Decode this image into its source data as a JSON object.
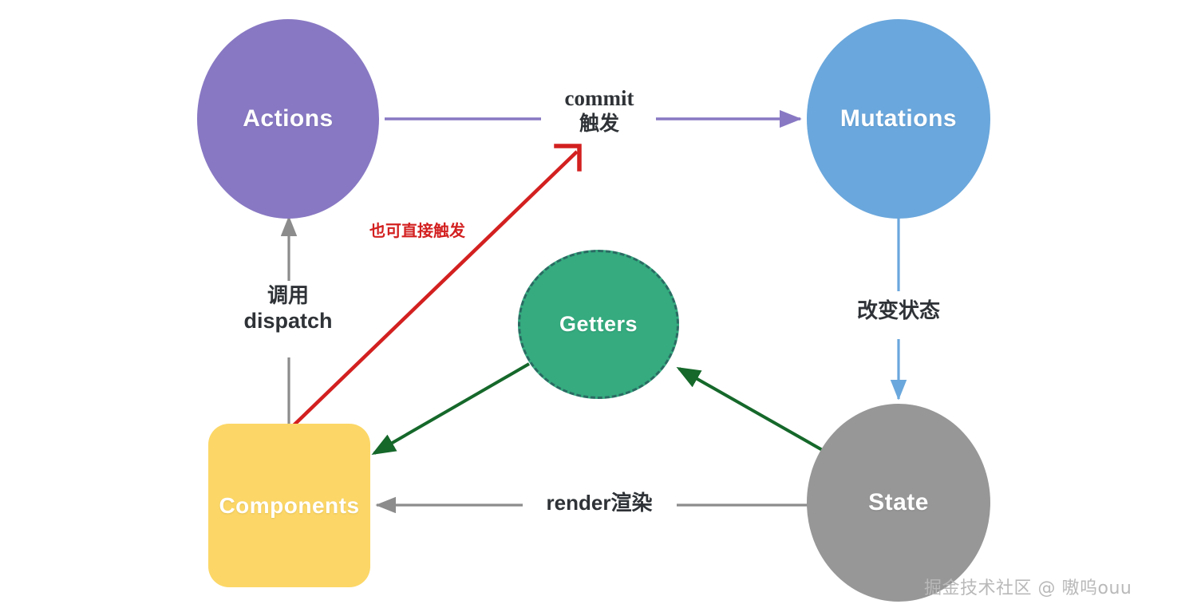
{
  "diagram": {
    "title": "Vuex data flow diagram",
    "background": "#ffffff",
    "nodes": [
      {
        "id": "actions",
        "label": "Actions",
        "shape": "circle",
        "color": "#8878c3"
      },
      {
        "id": "mutations",
        "label": "Mutations",
        "shape": "circle",
        "color": "#6aa7dc"
      },
      {
        "id": "getters",
        "label": "Getters",
        "shape": "circle-dashed",
        "color": "#35ab7f",
        "border_color": "#2a6b63"
      },
      {
        "id": "state",
        "label": "State",
        "shape": "circle",
        "color": "#979797"
      },
      {
        "id": "components",
        "label": "Components",
        "shape": "rounded-rect",
        "color": "#fcd767"
      }
    ],
    "edges": [
      {
        "id": "actions-to-mutations",
        "from": "Actions",
        "to": "Mutations",
        "color": "#8878c3",
        "label_line1": "commit",
        "label_line2": "触发"
      },
      {
        "id": "components-to-actions",
        "from": "Components",
        "to": "Actions",
        "color": "#8c8c8c",
        "label_line1": "调用",
        "label_line2": "dispatch"
      },
      {
        "id": "components-to-mutations-direct",
        "from": "Components",
        "to": "commit",
        "color": "#d32020",
        "label_line1": "也可直接触发"
      },
      {
        "id": "mutations-to-state",
        "from": "Mutations",
        "to": "State",
        "color": "#6aa7dc",
        "label_line1": "改变状态"
      },
      {
        "id": "state-to-getters",
        "from": "State",
        "to": "Getters",
        "color": "#15682a"
      },
      {
        "id": "getters-to-components",
        "from": "Getters",
        "to": "Components",
        "color": "#15682a"
      },
      {
        "id": "state-to-components",
        "from": "State",
        "to": "Components",
        "color": "#8c8c8c",
        "label_line1": "render",
        "label_line2": "渲染"
      }
    ]
  },
  "watermark": {
    "text": "掘金技术社区 @ 嗷呜ouu",
    "color": "#b9b9b9"
  }
}
